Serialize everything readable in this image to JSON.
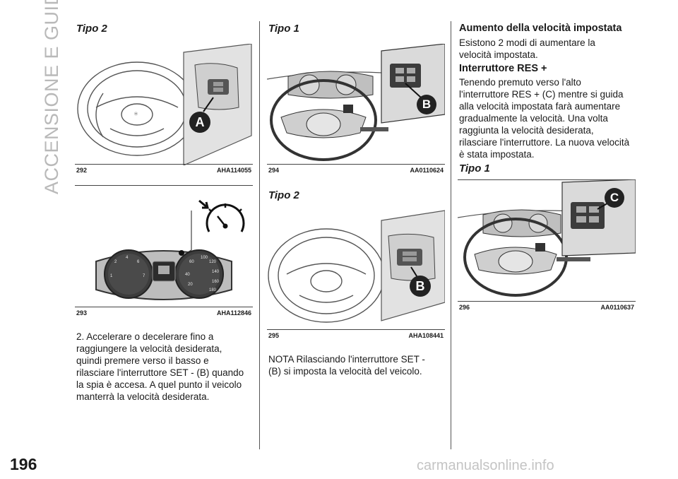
{
  "section_title": "ACCENSIONE E GUIDA",
  "page_number": "196",
  "watermark": "carmanualsonline.info",
  "col1": {
    "heading": "Tipo 2",
    "fig1": {
      "num": "292",
      "code": "AHA114055",
      "callout": "A"
    },
    "fig2": {
      "num": "293",
      "code": "AHA112846"
    },
    "paragraph": [
      "2. Accelerare o decelerare fino a",
      "raggiungere la velocità desiderata,",
      "quindi premere verso il basso e",
      "rilasciare l'interruttore SET - (B) quando",
      "la spia è accesa. A quel punto il veicolo",
      "manterrà la velocità desiderata."
    ]
  },
  "col2": {
    "heading1": "Tipo 1",
    "fig1": {
      "num": "294",
      "code": "AA0110624",
      "callout": "B"
    },
    "heading2": "Tipo 2",
    "fig2": {
      "num": "295",
      "code": "AHA108441",
      "callout": "B"
    },
    "note": [
      "NOTA  Rilasciando l'interruttore SET -",
      "(B) si imposta la velocità del veicolo."
    ]
  },
  "col3": {
    "heading1": "Aumento della velocità impostata",
    "intro": [
      "Esistono 2 modi di aumentare la",
      "velocità impostata."
    ],
    "heading2": "Interruttore RES +",
    "paragraph": [
      "Tenendo premuto verso l'alto",
      "l'interruttore RES + (C) mentre si guida",
      "alla velocità impostata farà aumentare",
      "gradualmente la velocità. Una volta",
      "raggiunta la velocità desiderata,",
      "rilasciare l'interruttore. La nuova velocità",
      "è stata impostata."
    ],
    "heading3": "Tipo 1",
    "fig": {
      "num": "296",
      "code": "AA0110637",
      "callout": "C"
    }
  }
}
